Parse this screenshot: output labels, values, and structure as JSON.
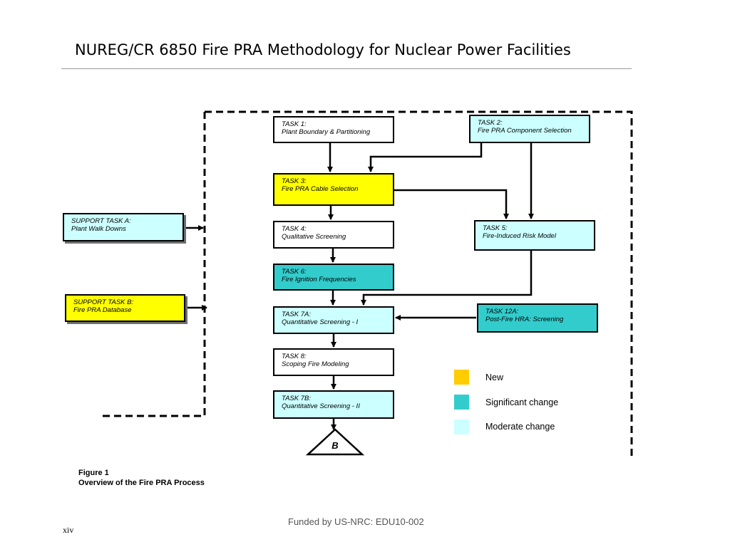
{
  "title": "NUREG/CR 6850  Fire PRA Methodology for Nuclear Power Facilities",
  "tasks": {
    "task1": {
      "label": "TASK 1:",
      "desc": "Plant Boundary & Partitioning"
    },
    "task2": {
      "label": "TASK 2:",
      "desc": "Fire PRA Component Selection"
    },
    "task3": {
      "label": "TASK 3:",
      "desc": "Fire PRA Cable Selection"
    },
    "task4": {
      "label": "TASK 4:",
      "desc": "Qualitative Screening"
    },
    "task5": {
      "label": "TASK 5:",
      "desc": "Fire-Induced Risk Model"
    },
    "task6": {
      "label": "TASK 6:",
      "desc": "Fire Ignition Frequencies"
    },
    "task7a": {
      "label": "TASK 7A:",
      "desc": "Quantitative Screening - I"
    },
    "task12a": {
      "label": "TASK 12A:",
      "desc": "Post-Fire HRA: Screening"
    },
    "task8": {
      "label": "TASK 8:",
      "desc": "Scoping Fire Modeling"
    },
    "task7b": {
      "label": "TASK 7B:",
      "desc": "Quantitative Screening - II"
    },
    "supportA": {
      "label": "SUPPORT TASK A:",
      "desc": "Plant Walk Downs"
    },
    "supportB": {
      "label": "SUPPORT TASK B:",
      "desc": "Fire PRA Database"
    }
  },
  "connector_label": "B",
  "legend": [
    {
      "label": "New",
      "color": "#ffcc00"
    },
    {
      "label": "Significant change",
      "color": "#33cccc"
    },
    {
      "label": "Moderate change",
      "color": "#ccffff"
    }
  ],
  "colors": {
    "new": "#ffff00",
    "significant_change": "#33cccc",
    "moderate_change": "#ccffff"
  },
  "caption": {
    "line1": "Figure 1",
    "line2": "Overview of the Fire PRA Process"
  },
  "footer": "Funded by US-NRC: EDU10-002",
  "page_number": "xiv"
}
